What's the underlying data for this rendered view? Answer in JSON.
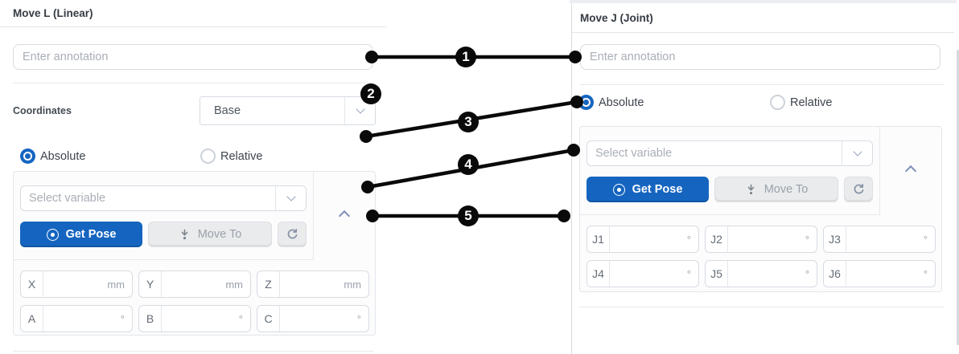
{
  "left_panel": {
    "title": "Move L (Linear)",
    "annotation_placeholder": "Enter annotation",
    "coordinates_label": "Coordinates",
    "coordinates_value": "Base",
    "radio_absolute": "Absolute",
    "radio_relative": "Relative",
    "variable_placeholder": "Select variable",
    "get_pose_label": "Get Pose",
    "move_to_label": "Move To",
    "fields": [
      {
        "label": "X",
        "unit": "mm",
        "value": ""
      },
      {
        "label": "Y",
        "unit": "mm",
        "value": ""
      },
      {
        "label": "Z",
        "unit": "mm",
        "value": ""
      },
      {
        "label": "A",
        "unit": "°",
        "value": ""
      },
      {
        "label": "B",
        "unit": "°",
        "value": ""
      },
      {
        "label": "C",
        "unit": "°",
        "value": ""
      }
    ]
  },
  "right_panel": {
    "title": "Move J (Joint)",
    "annotation_placeholder": "Enter annotation",
    "radio_absolute": "Absolute",
    "radio_relative": "Relative",
    "variable_placeholder": "Select variable",
    "get_pose_label": "Get Pose",
    "move_to_label": "Move To",
    "fields": [
      {
        "label": "J1",
        "unit": "°",
        "value": ""
      },
      {
        "label": "J2",
        "unit": "°",
        "value": ""
      },
      {
        "label": "J3",
        "unit": "°",
        "value": ""
      },
      {
        "label": "J4",
        "unit": "°",
        "value": ""
      },
      {
        "label": "J5",
        "unit": "°",
        "value": ""
      },
      {
        "label": "J6",
        "unit": "°",
        "value": ""
      }
    ]
  },
  "callouts": [
    {
      "number": "1"
    },
    {
      "number": "2"
    },
    {
      "number": "3"
    },
    {
      "number": "4"
    },
    {
      "number": "5"
    }
  ],
  "icons": {
    "get_pose": "target-circle-icon",
    "move_to": "arrow-down-to-point-icon",
    "refresh": "refresh-icon",
    "dropdown": "chevron-down-icon",
    "collapse": "chevron-up-icon"
  },
  "colors": {
    "accent_blue": "#1565c0",
    "callout_black": "#0a0a0a"
  }
}
